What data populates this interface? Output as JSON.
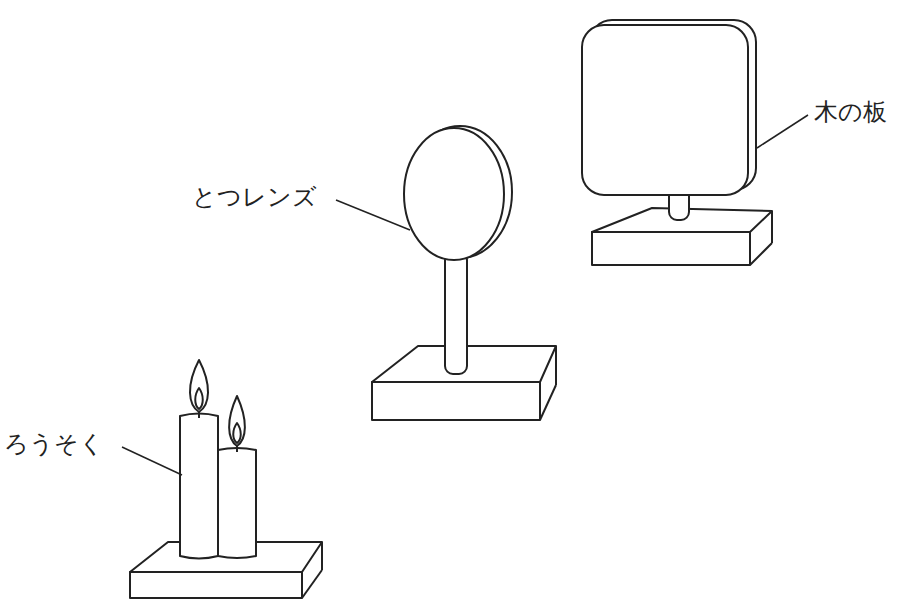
{
  "diagram": {
    "labels": [
      "木の板",
      "とつレンズ",
      "ろうそく"
    ]
  }
}
